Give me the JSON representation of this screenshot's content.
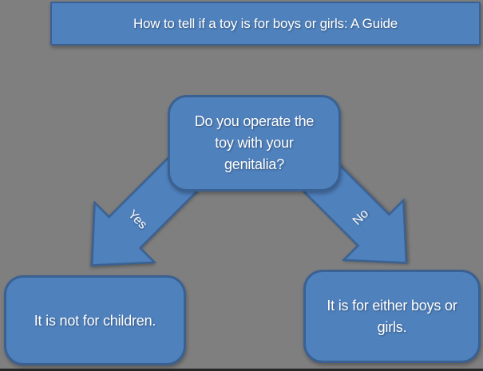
{
  "title": {
    "text": "How to tell if a toy is for boys or girls: A Guide"
  },
  "flowchart": {
    "question": {
      "text": "Do you operate the toy with your genitalia?"
    },
    "branches": [
      {
        "label": "Yes",
        "result": "It is not for children."
      },
      {
        "label": "No",
        "result": "It is for either boys or girls."
      }
    ]
  },
  "colors": {
    "background": "#7f7f7f",
    "shape_fill": "#4f81bd",
    "shape_border": "#3a6191",
    "text": "#ffffff",
    "bottom_edge": "#262626"
  }
}
